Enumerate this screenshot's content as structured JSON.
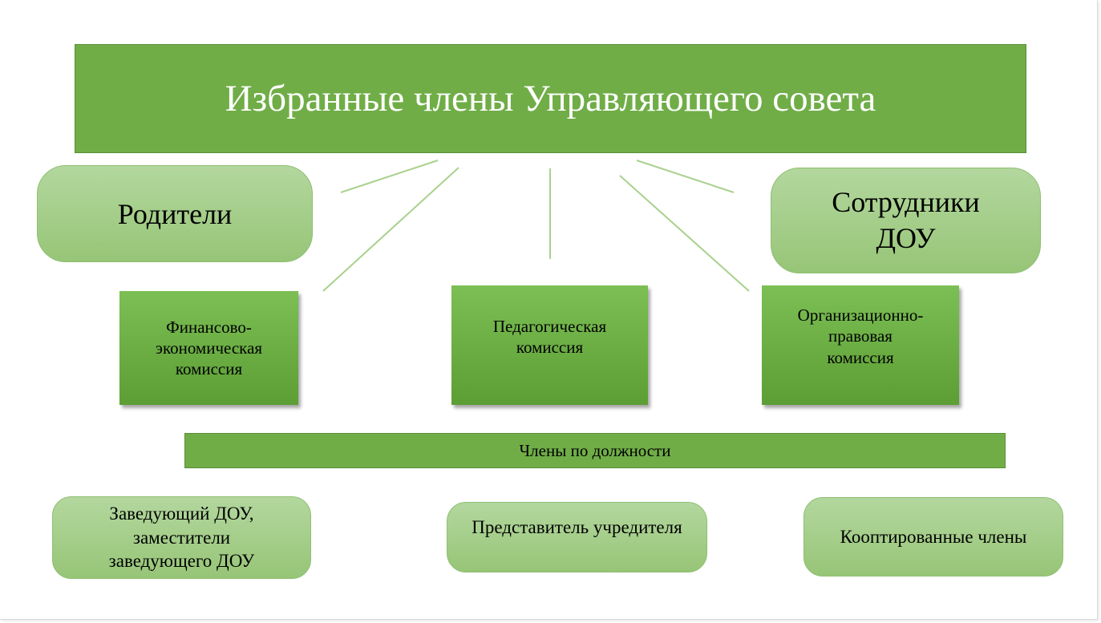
{
  "title": "Избранные члены Управляющего совета",
  "groups": {
    "parents": "Родители",
    "staff": "Сотрудники\nДОУ"
  },
  "commissions": [
    {
      "label": "Финансово-\nэкономическая\nкомиссия"
    },
    {
      "label": "Педагогическая\nкомиссия"
    },
    {
      "label": "Организационно-\nправовая\nкомиссия"
    }
  ],
  "ex_officio": {
    "label": "Члены по должности",
    "members": [
      {
        "label": "Заведующий ДОУ,\nзаместители\nзаведующего ДОУ"
      },
      {
        "label": "Представитель учредителя"
      },
      {
        "label": "Кооптированные члены"
      }
    ]
  },
  "colors": {
    "dark_green": "#70ad47",
    "light_green": "#a9d18e",
    "connector": "#a9d18e"
  }
}
